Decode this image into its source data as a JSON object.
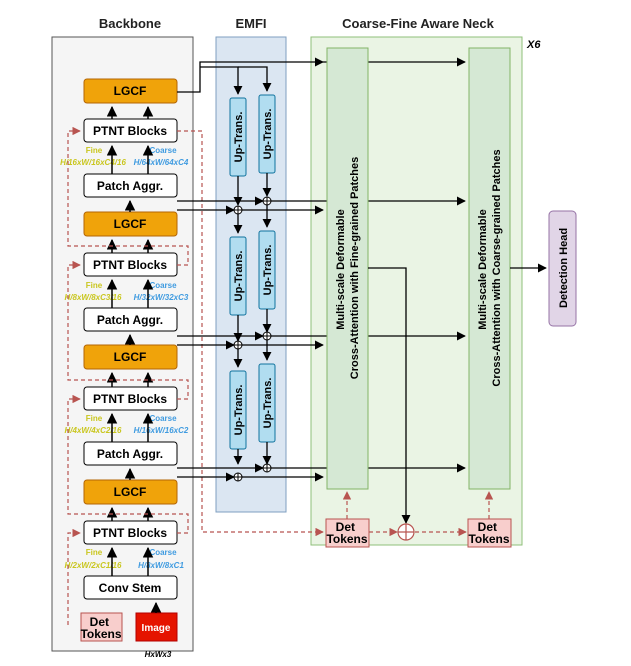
{
  "titles": {
    "backbone": "Backbone",
    "emfi": "EMFI",
    "neck": "Coarse-Fine Aware Neck",
    "repeat": "X6"
  },
  "backbone": {
    "lgcf": "LGCF",
    "ptnt": "PTNT Blocks",
    "patch_aggr": "Patch Aggr.",
    "conv_stem": "Conv Stem",
    "det_tokens": "Det Tokens",
    "image": "Image",
    "image_size": "HxWx3",
    "fine": "Fine",
    "coarse": "Coarse",
    "stage_dims": [
      {
        "fine": "H/16xW/16xC4/16",
        "coarse": "H/64xW/64xC4"
      },
      {
        "fine": "H/8xW/8xC3/16",
        "coarse": "H/32xW/32xC3"
      },
      {
        "fine": "H/4xW/4xC2/16",
        "coarse": "H/16xW/16xC2"
      },
      {
        "fine": "H/2xW/2xC1/16",
        "coarse": "H/8xW/8xC1"
      }
    ]
  },
  "emfi": {
    "up_trans": "Up-Trans."
  },
  "neck": {
    "fine_block": [
      "Multi-scale Deformable",
      "Cross-Attention with Fine-grained Patches"
    ],
    "coarse_block": [
      "Multi-scale Deformable",
      "Cross-Attention with Coarse-grained Patches"
    ],
    "det_tokens": "Det Tokens",
    "detection_head": "Detection Head"
  },
  "colors": {
    "lgcf_fill": "#f0a30a",
    "fine_text": "#c9c61e",
    "coarse_text": "#3f9be0",
    "emfi_fill": "#dbe6f2",
    "neck_fill": "#eaf4e4",
    "dashed_red": "#b85450",
    "image_fill": "#e51400"
  }
}
